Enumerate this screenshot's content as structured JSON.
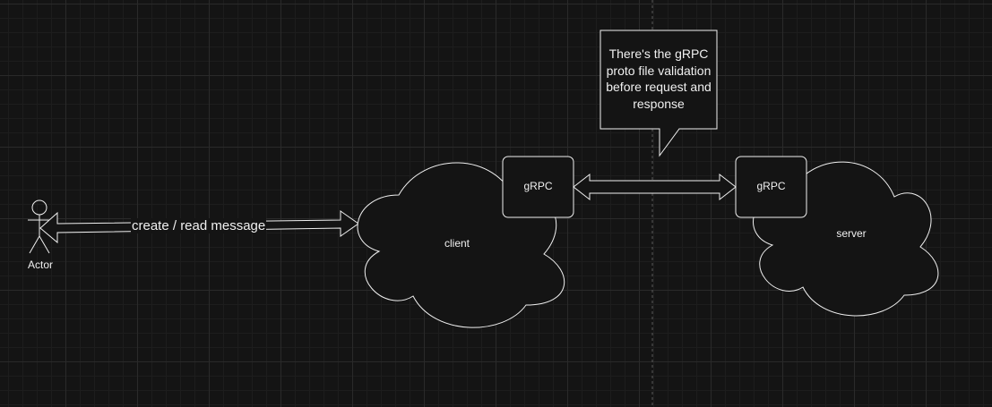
{
  "diagram": {
    "actor_label": "Actor",
    "edge_label": "create / read message",
    "client_label": "client",
    "server_label": "server",
    "client_grpc_label": "gRPC",
    "server_grpc_label": "gRPC",
    "callout_lines": [
      "There's the gRPC",
      "proto file validation",
      "before request and",
      "response"
    ]
  },
  "colors": {
    "background": "#141414",
    "stroke": "#f0f0f0",
    "text": "#f0f0f0"
  }
}
